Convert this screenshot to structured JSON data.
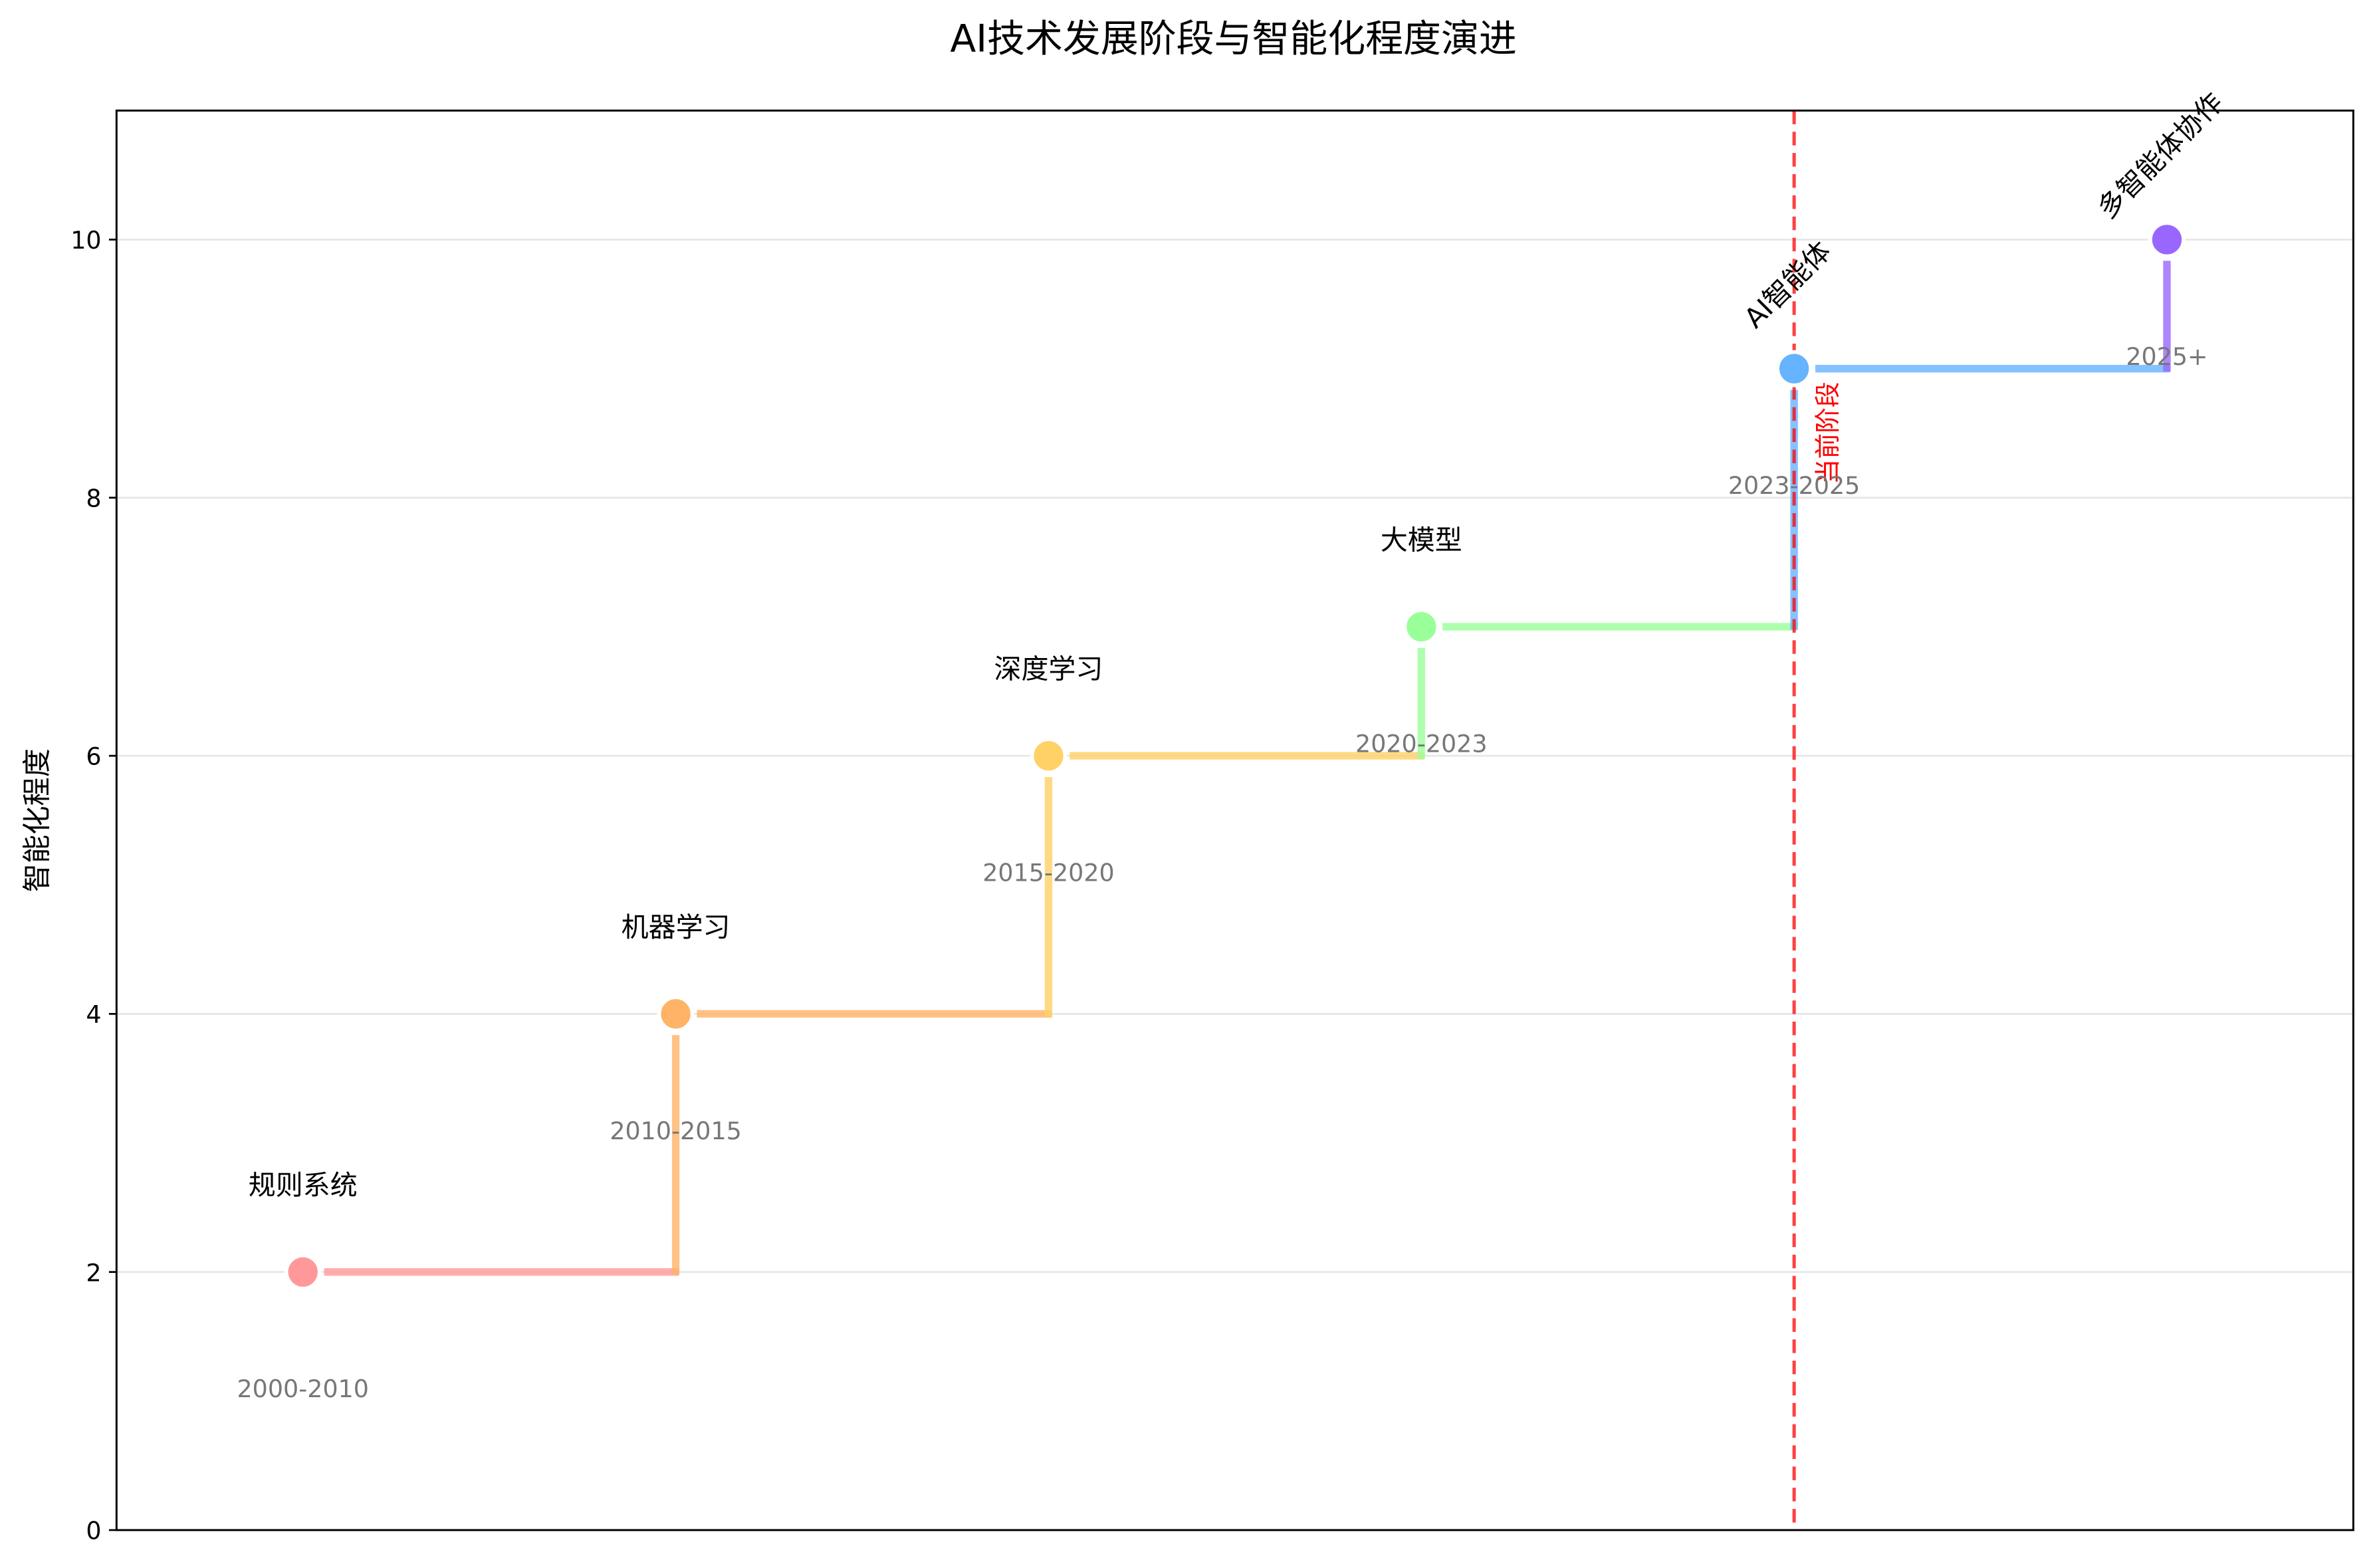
{
  "chart_data": {
    "type": "line",
    "subtype": "step",
    "title": "AI技术发展阶段与智能化程度演进",
    "xlabel": "",
    "ylabel": "智能化程度",
    "ylim": [
      0,
      11
    ],
    "xlim": [
      -0.5,
      5.5
    ],
    "yticks": [
      0,
      2,
      4,
      6,
      8,
      10
    ],
    "grid": "y",
    "stages": [
      {
        "name": "规则系统",
        "period": "2000-2010",
        "value": 2,
        "color": "#FF9999"
      },
      {
        "name": "机器学习",
        "period": "2010-2015",
        "value": 4,
        "color": "#FFB366"
      },
      {
        "name": "深度学习",
        "period": "2015-2020",
        "value": 6,
        "color": "#FFD166"
      },
      {
        "name": "大模型",
        "period": "2020-2023",
        "value": 7,
        "color": "#99FF99"
      },
      {
        "name": "AI智能体",
        "period": "2023-2025",
        "value": 9,
        "color": "#66B3FF"
      },
      {
        "name": "多智能体协作",
        "period": "2025+",
        "value": 10,
        "color": "#9966FF"
      }
    ],
    "rotated_label_from_index": 4,
    "current_marker": {
      "index": 4,
      "label": "当前阶段",
      "color": "#FF0000"
    }
  }
}
